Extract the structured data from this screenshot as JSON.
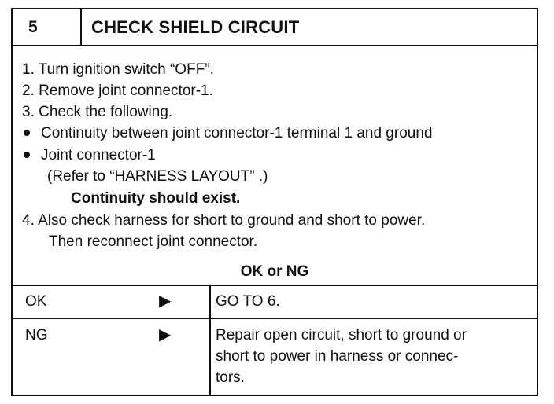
{
  "header": {
    "step_number": "5",
    "title": "CHECK SHIELD CIRCUIT"
  },
  "steps": {
    "line1": "1. Turn ignition switch “OFF”.",
    "line2": "2. Remove joint connector-1.",
    "line3": "3. Check the following.",
    "bullet1": "Continuity between joint connector-1 terminal 1 and ground",
    "bullet2": "Joint connector-1",
    "refer": "(Refer to “HARNESS LAYOUT” .)",
    "continuity": "Continuity should exist.",
    "line4a": "4. Also check harness for short to ground and short to power.",
    "line4b": "Then reconnect joint connector."
  },
  "result_prompt": "OK or NG",
  "results": [
    {
      "label": "OK",
      "arrow": "▶",
      "action_lines": [
        "GO TO 6."
      ]
    },
    {
      "label": "NG",
      "arrow": "▶",
      "action_lines": [
        "Repair open circuit, short to ground or",
        "short to power in harness or connec-",
        "tors."
      ]
    }
  ]
}
